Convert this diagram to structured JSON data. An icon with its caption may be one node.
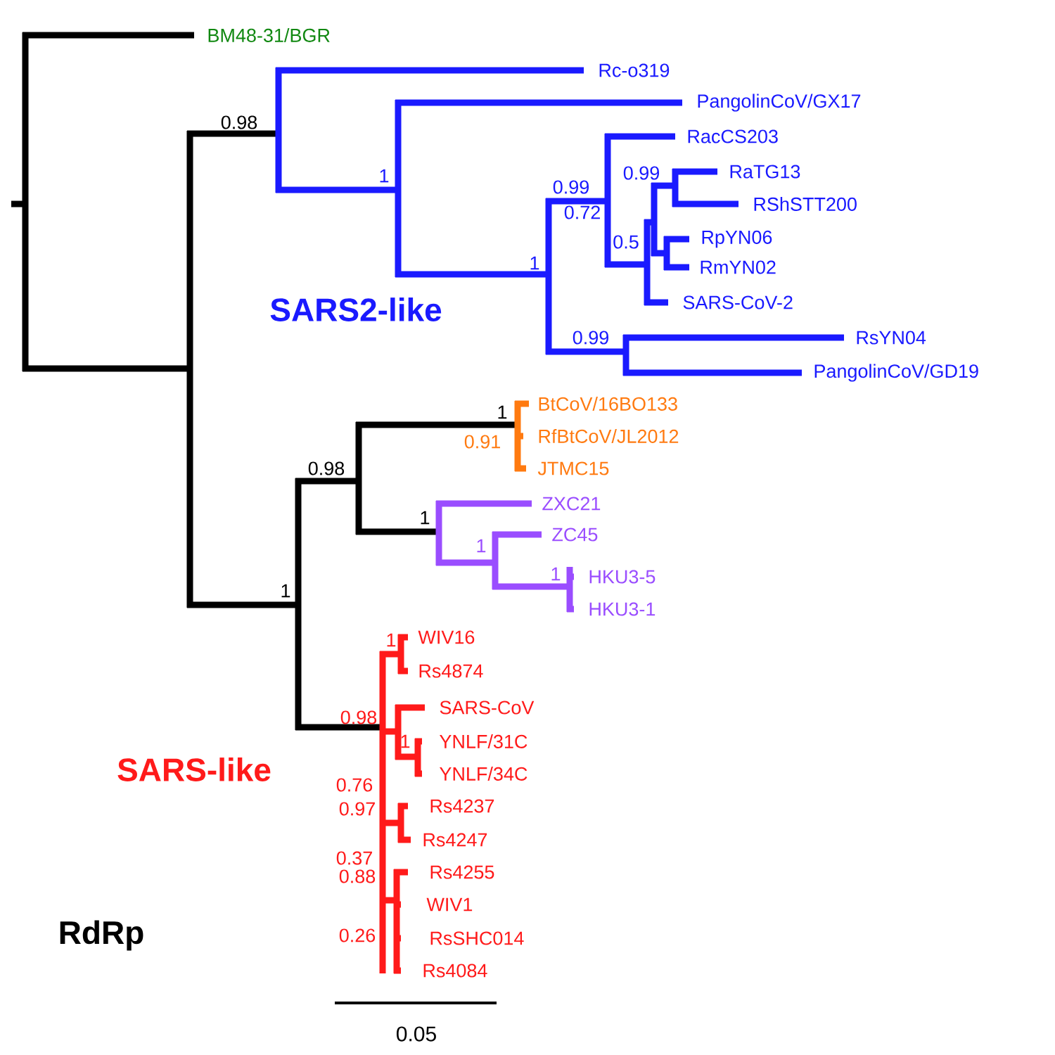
{
  "diagram": {
    "title": "RdRp",
    "labels": [
      "BM48-31/BGR",
      "Rc-o319",
      "0.98",
      "PangolinCoV/GX17",
      "RacCS203",
      "0.99",
      "RaTG13",
      "1",
      "0.99",
      "RShSTT200",
      "0.72",
      "RpYN06",
      "0.5",
      "1",
      "RmYN02",
      "SARS-CoV-2",
      "SARS2-like",
      "0.99",
      "RsYN04",
      "PangolinCoV/GD19",
      "BtCoV/16BO133",
      "1",
      "RfBtCoV/JL2012",
      "0.91",
      "0.98",
      "JTMC15",
      "ZXC21",
      "1",
      "ZC45",
      "1",
      "1",
      "HKU3-5",
      "1",
      "HKU3-1",
      "WIV16",
      "1",
      "Rs4874",
      "SARS-CoV",
      "0.98",
      "YNLF/31C",
      "1",
      "SARS-like",
      "YNLF/34C",
      "0.76",
      "Rs4237",
      "0.97",
      "Rs4247",
      "0.37",
      "Rs4255",
      "0.88",
      "WIV1",
      "0.26",
      "RsSHC014",
      "Rs4084",
      "0.05"
    ]
  }
}
